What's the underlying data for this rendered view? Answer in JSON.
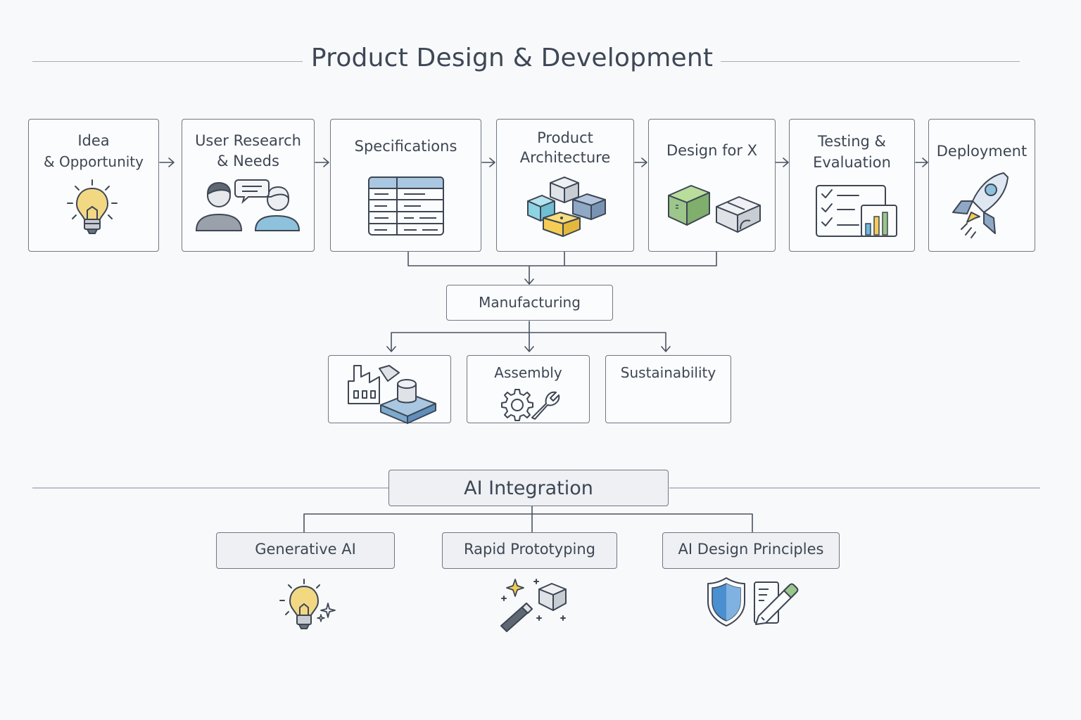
{
  "title": "Product Design & Development",
  "stages": [
    {
      "line1": "Idea",
      "line2": "& Opportunity",
      "icon": "lightbulb-icon"
    },
    {
      "line1": "User Research",
      "line2": "& Needs",
      "icon": "users-chat-icon"
    },
    {
      "line1": "Specifications",
      "line2": "",
      "icon": "table-icon"
    },
    {
      "line1": "Product",
      "line2": "Architecture",
      "icon": "modules-icon"
    },
    {
      "line1": "Design for X",
      "line2": "",
      "icon": "cubes-icon"
    },
    {
      "line1": "Testing &",
      "line2": "Evaluation",
      "icon": "checklist-chart-icon"
    },
    {
      "line1": "Deployment",
      "line2": "",
      "icon": "rocket-icon"
    }
  ],
  "manufacturing": {
    "label": "Manufacturing",
    "children": [
      {
        "label": "",
        "icon": "factory-icon"
      },
      {
        "label": "Assembly",
        "icon": "gear-wrench-icon"
      },
      {
        "label": "Sustainability",
        "icon": ""
      }
    ]
  },
  "ai": {
    "label": "AI Integration",
    "children": [
      {
        "label": "Generative AI",
        "icon": "sparkle-lightbulb-icon"
      },
      {
        "label": "Rapid Prototyping",
        "icon": "magic-wand-cube-icon"
      },
      {
        "label": "AI Design Principles",
        "icon": "shield-pencil-icon"
      }
    ]
  },
  "colors": {
    "stroke": "#3d4654",
    "bulb": "#f3d884",
    "blue": "#8ec1dc",
    "blueDark": "#4a8fd0",
    "yellow": "#f5cd55",
    "green": "#9cc68a",
    "gray": "#b8bdc6"
  }
}
